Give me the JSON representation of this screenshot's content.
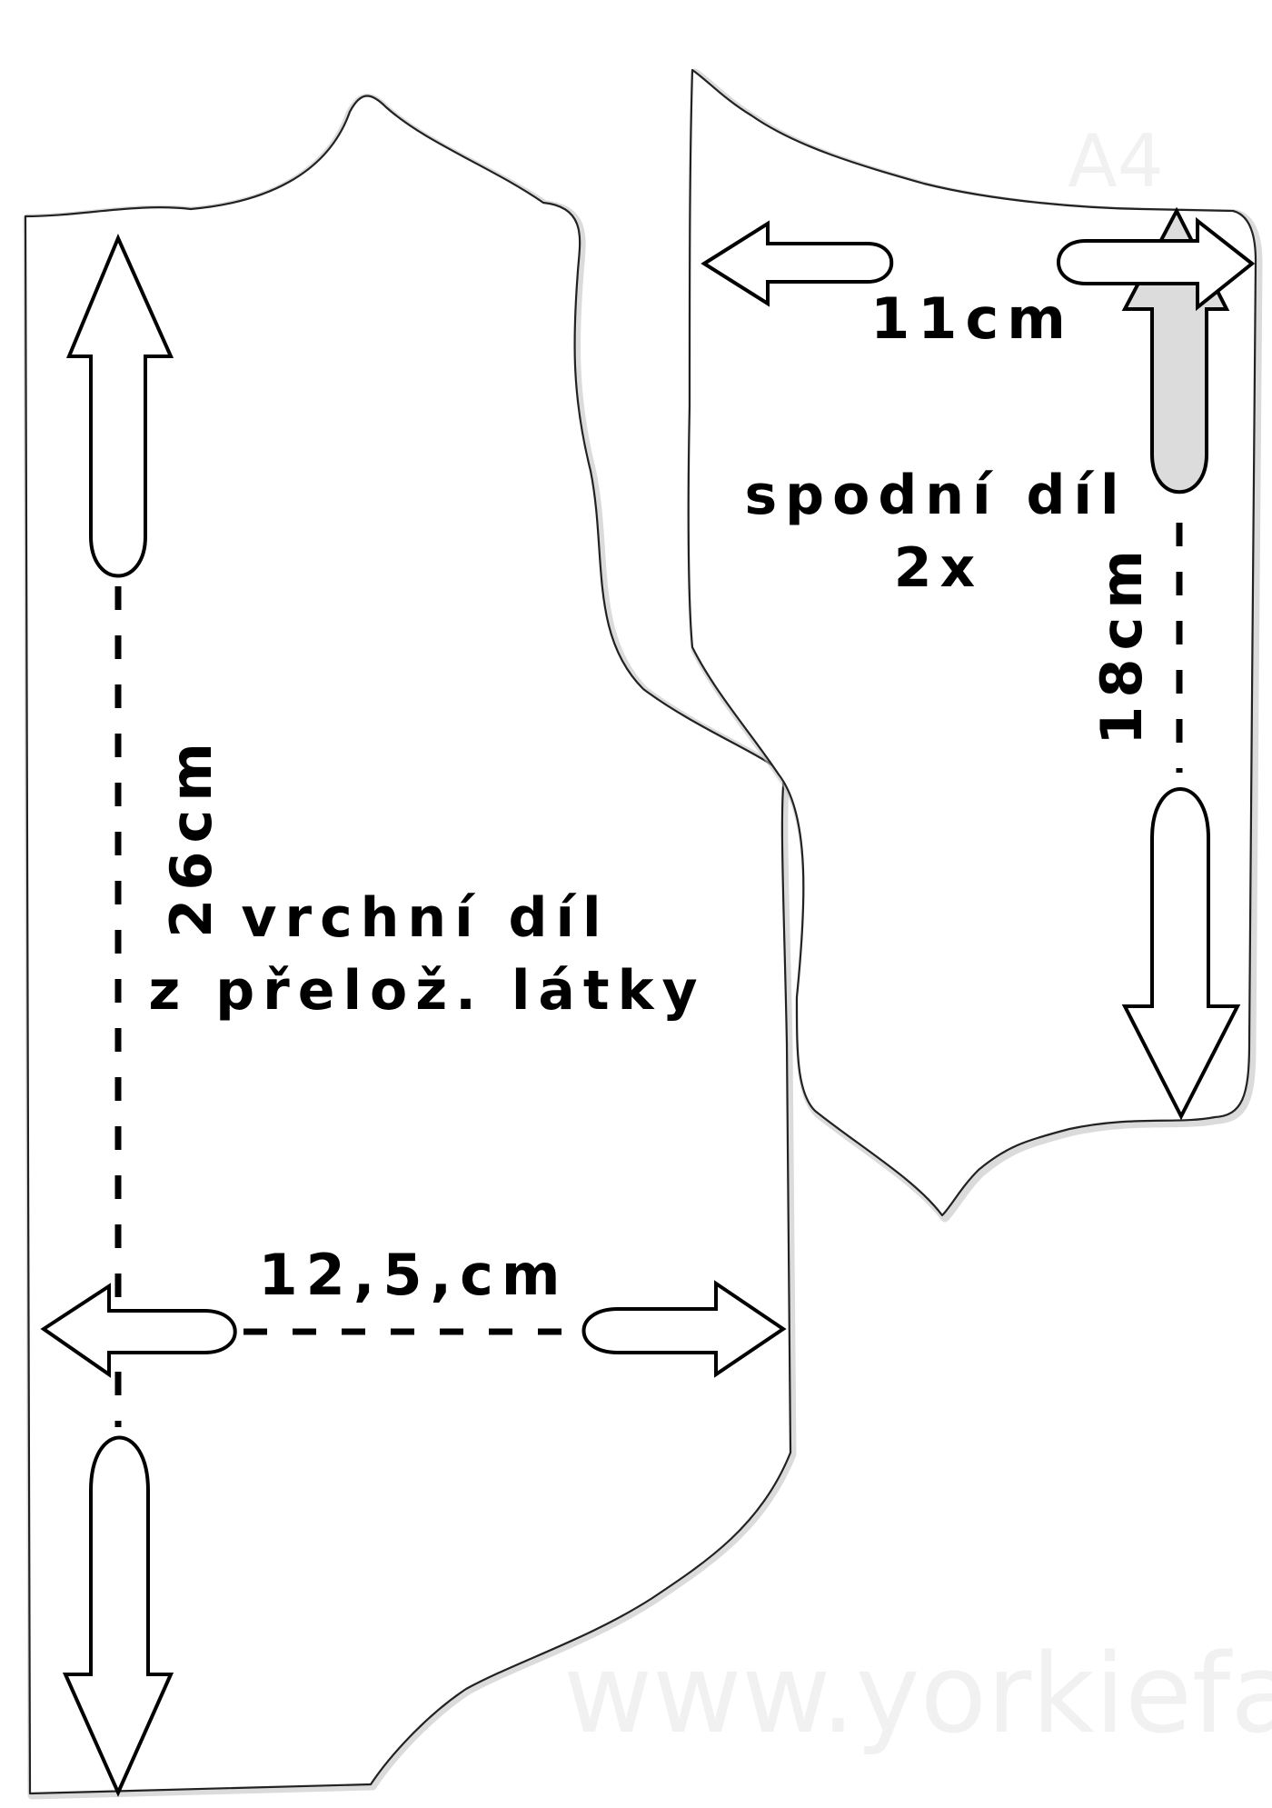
{
  "pieces": {
    "upper": {
      "name_line1": "vrchní díl",
      "name_line2": "z přelož. látky",
      "height_label": "26cm",
      "width_label": "12,5,cm"
    },
    "lower": {
      "name_line1": "spodní díl",
      "name_line2": "2x",
      "width_label": "11cm",
      "height_label": "18cm"
    }
  },
  "watermarks": {
    "paper_size": "A4",
    "site": "www.yorkiefan.p"
  },
  "colors": {
    "outline": "#222222",
    "arrow_fill": "#ffffff",
    "arrow_grey_fill": "#dcdcdc",
    "text": "#000000"
  }
}
